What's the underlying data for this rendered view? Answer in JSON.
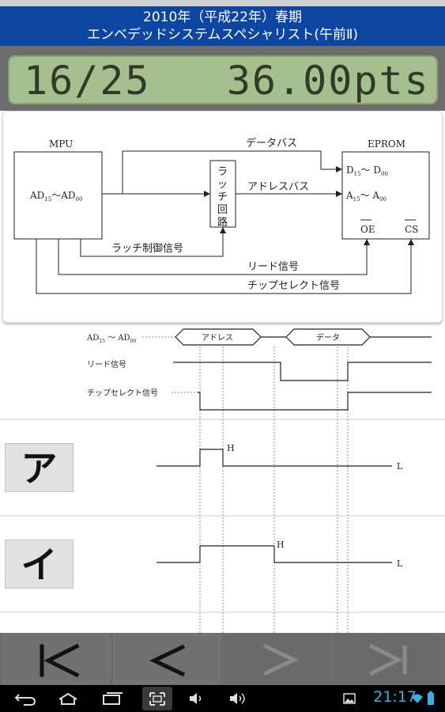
{
  "title": {
    "line1": "2010年（平成22年）春期",
    "line2": "エンベデッドシステムスペシャリスト(午前Ⅱ)"
  },
  "score": {
    "progress": "16/25",
    "points": "36.00pts"
  },
  "diagram": {
    "mpu": "MPU",
    "ad_range": "AD",
    "ad_hi": "15",
    "ad_lo": "00",
    "ad_tilde": "～",
    "eprom": "EPROM",
    "d_pins": "D",
    "a_pins": "A",
    "oe": "OE",
    "cs": "CS",
    "latch": [
      "ラ",
      "ッ",
      "チ",
      "回",
      "路"
    ],
    "data_bus": "データバス",
    "address_bus": "アドレスバス",
    "latch_control": "ラッチ制御信号",
    "read_signal": "リード信号",
    "chip_select": "チップセレクト信号"
  },
  "timing": {
    "ad_label": "AD",
    "address": "アドレス",
    "data": "データ",
    "read_signal": "リード信号",
    "chip_select": "チップセレクト信号",
    "high": "H",
    "low": "L"
  },
  "answers": [
    {
      "label": "ア"
    },
    {
      "label": "イ"
    }
  ],
  "nav": {
    "first": "first",
    "prev": "prev",
    "next": "next",
    "last": "last"
  },
  "system": {
    "clock": "21:17"
  }
}
